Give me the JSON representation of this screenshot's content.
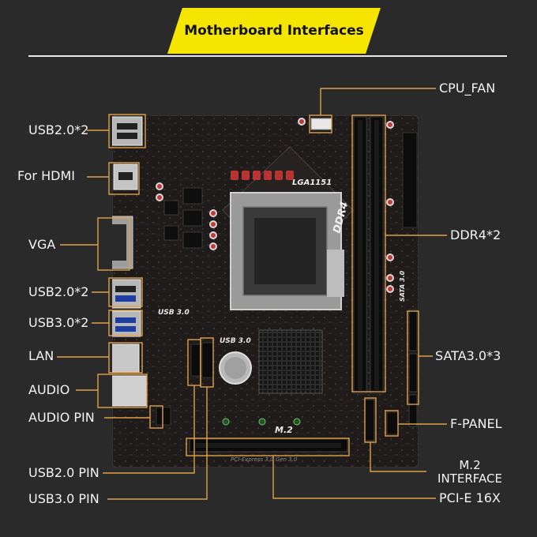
{
  "title": "Motherboard Interfaces",
  "board": {
    "socket_label": "LGA1151",
    "ddr_label": "DDR4",
    "usb30_label": "USB 3.0",
    "usb30_label2": "USB 3.0",
    "m2_label": "M.2",
    "sata_label": "SATA 3.0",
    "pcie_label": "PCI-Express 3.0 Gen 3.0"
  },
  "labels": {
    "usb20_top": "USB2.0*2",
    "hdmi": "For HDMI",
    "vga": "VGA",
    "usb20_mid": "USB2.0*2",
    "usb30": "USB3.0*2",
    "lan": "LAN",
    "audio": "AUDIO",
    "audio_pin": "AUDIO PIN",
    "usb20_pin": "USB2.0 PIN",
    "usb30_pin": "USB3.0 PIN",
    "cpu_fan": "CPU_FAN",
    "ddr4": "DDR4*2",
    "sata": "SATA3.0*3",
    "f_panel": "F-PANEL",
    "m2_line1": "M.2",
    "m2_line2": "INTERFACE",
    "pcie": "PCI-E 16X"
  },
  "colors": {
    "accent": "#f5e500",
    "callout": "#e0a048",
    "board": "#1c1a19",
    "background": "#2a2a2a"
  }
}
